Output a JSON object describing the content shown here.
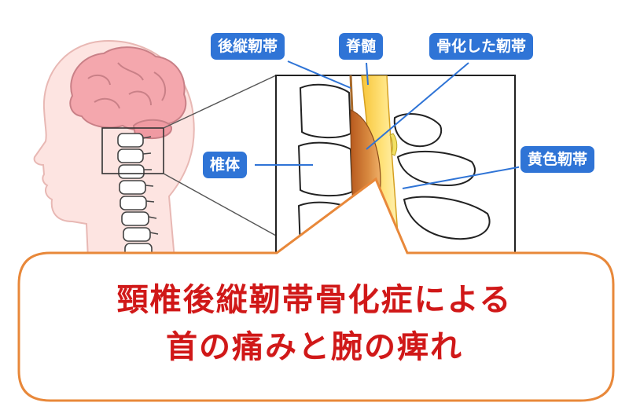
{
  "labels": {
    "posterior_ligament": "後縦靭帯",
    "spinal_cord": "脊髄",
    "ossified_ligament": "骨化した靭帯",
    "vertebral_body": "椎体",
    "yellow_ligament": "黄色靭帯"
  },
  "callout": {
    "line1": "頸椎後縦靭帯骨化症による",
    "line2": "首の痛みと腕の痺れ"
  },
  "colors": {
    "label_bg": "#2f74d6",
    "callout_border": "#e8883a",
    "callout_text": "#d01818",
    "head_fill": "#fde4e1",
    "brain_fill": "#f4a7ad",
    "spinal_cord": "#f7c53a",
    "ossified": "#c8702a"
  }
}
